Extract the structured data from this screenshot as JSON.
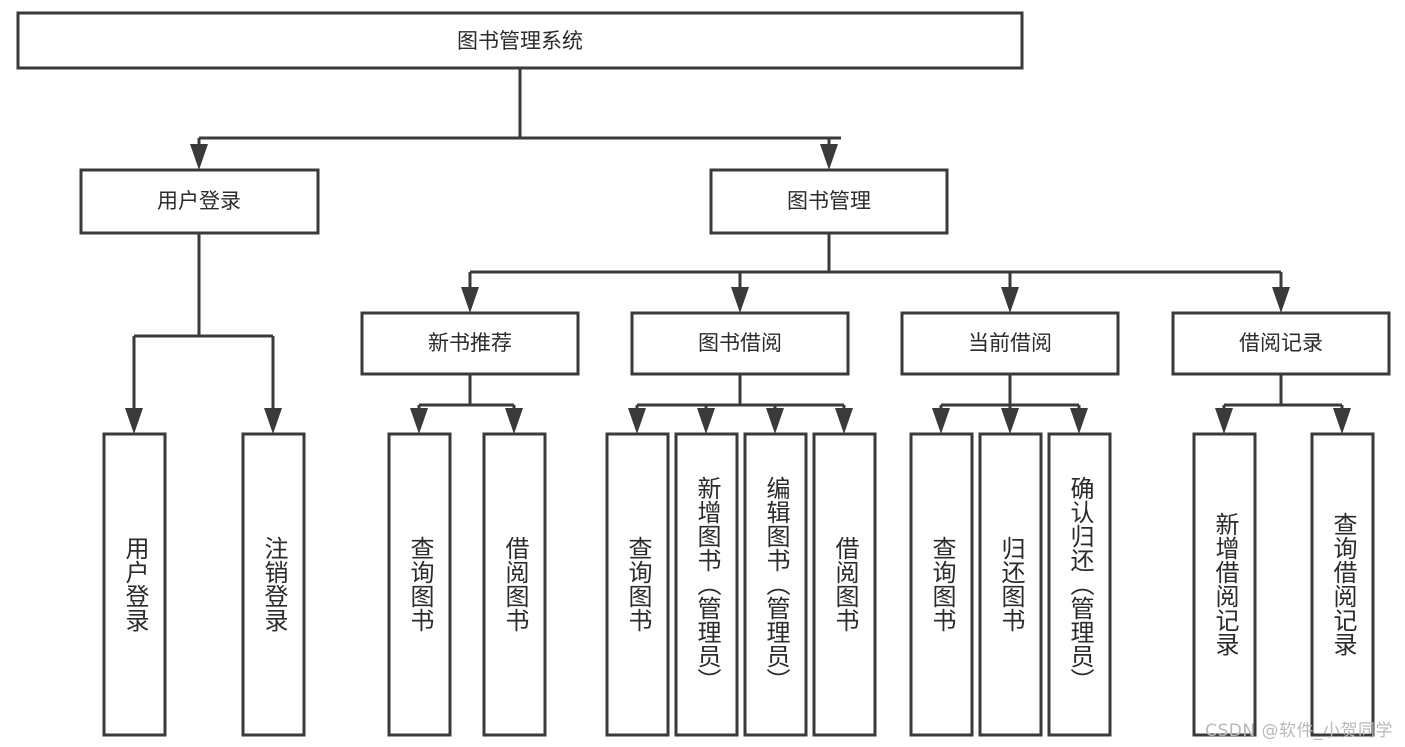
{
  "diagram": {
    "type": "tree",
    "title": "图书管理系统",
    "watermark": "CSDN @软件_小贺同学",
    "colors": {
      "stroke": "#3a3a3a",
      "fill": "#ffffff",
      "text": "#2b2b2b",
      "watermark": "#b9b9b9"
    },
    "root": {
      "label": "图书管理系统"
    },
    "level2": [
      {
        "label": "用户登录"
      },
      {
        "label": "图书管理"
      }
    ],
    "level3": [
      {
        "label": "新书推荐"
      },
      {
        "label": "图书借阅"
      },
      {
        "label": "当前借阅"
      },
      {
        "label": "借阅记录"
      }
    ],
    "leaves": {
      "user_login": [
        {
          "label": "用户登录"
        },
        {
          "label": "注销登录"
        }
      ],
      "new_book_recommend": [
        {
          "label": "查询图书"
        },
        {
          "label": "借阅图书"
        }
      ],
      "book_borrow": [
        {
          "label": "查询图书"
        },
        {
          "label": "新增图书（管理员）"
        },
        {
          "label": "编辑图书（管理员）"
        },
        {
          "label": "借阅图书"
        }
      ],
      "current_borrow": [
        {
          "label": "查询图书"
        },
        {
          "label": "归还图书"
        },
        {
          "label": "确认归还（管理员）"
        }
      ],
      "borrow_record": [
        {
          "label": "新增借阅记录"
        },
        {
          "label": "查询借阅记录"
        }
      ]
    }
  }
}
